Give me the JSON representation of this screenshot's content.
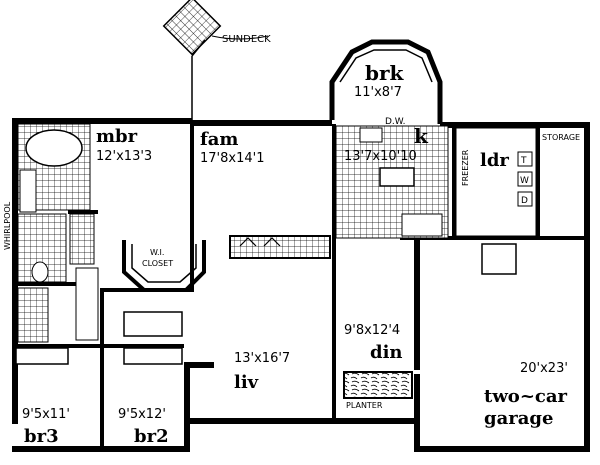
{
  "plan": {
    "labels": {
      "sundeck": "SUNDECK",
      "brk_name": "brk",
      "brk_size": "11'x8'7",
      "dw": "D.W.",
      "k_name": "k",
      "k_size": "13'7x10'10",
      "mbr_name": "mbr",
      "mbr_size": "12'x13'3",
      "fam_name": "fam",
      "fam_size": "17'8x14'1",
      "whirlpool": "WHIRLPOOL",
      "wi_closet_1": "W.I.",
      "wi_closet_2": "CLOSET",
      "freezer": "FREEZER",
      "ldr_name": "ldr",
      "t": "T",
      "w": "W",
      "d": "D",
      "storage": "STORAGE",
      "garage_size": "20'x23'",
      "garage_name_1": "two~car",
      "garage_name_2": "garage",
      "din_size": "9'8x12'4",
      "din_name": "din",
      "liv_size": "13'x16'7",
      "liv_name": "liv",
      "planter": "PLANTER",
      "br3_size": "9'5x11'",
      "br3_name": "br3",
      "br2_size": "9'5x12'",
      "br2_name": "br2"
    }
  }
}
